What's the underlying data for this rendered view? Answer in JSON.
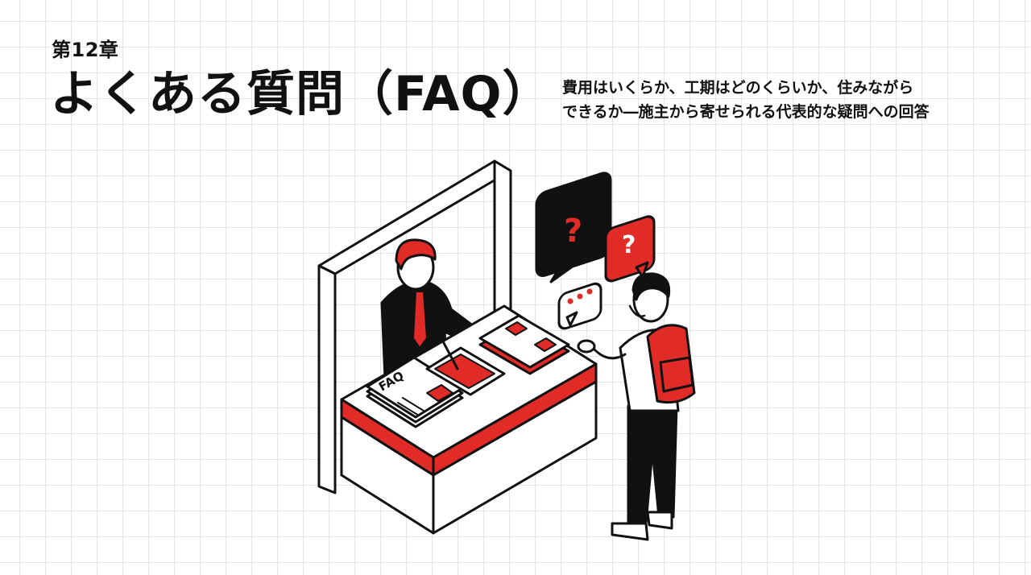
{
  "header": {
    "chapter_label": "第12章",
    "title": "よくある質問（FAQ）",
    "subtitle_line1": "費用はいくらか、工期はどのくらいか、住みながら",
    "subtitle_line2": "できるか―施主から寄せられる代表的な疑問への回答"
  },
  "illustration": {
    "document_label": "FAQ",
    "icons": [
      "question-bubble-icon",
      "ellipsis-bubble-icon"
    ],
    "colors": {
      "accent": "#e02b27",
      "ink": "#111111",
      "paper": "#ffffff",
      "grid": "#e4e4e4"
    }
  }
}
